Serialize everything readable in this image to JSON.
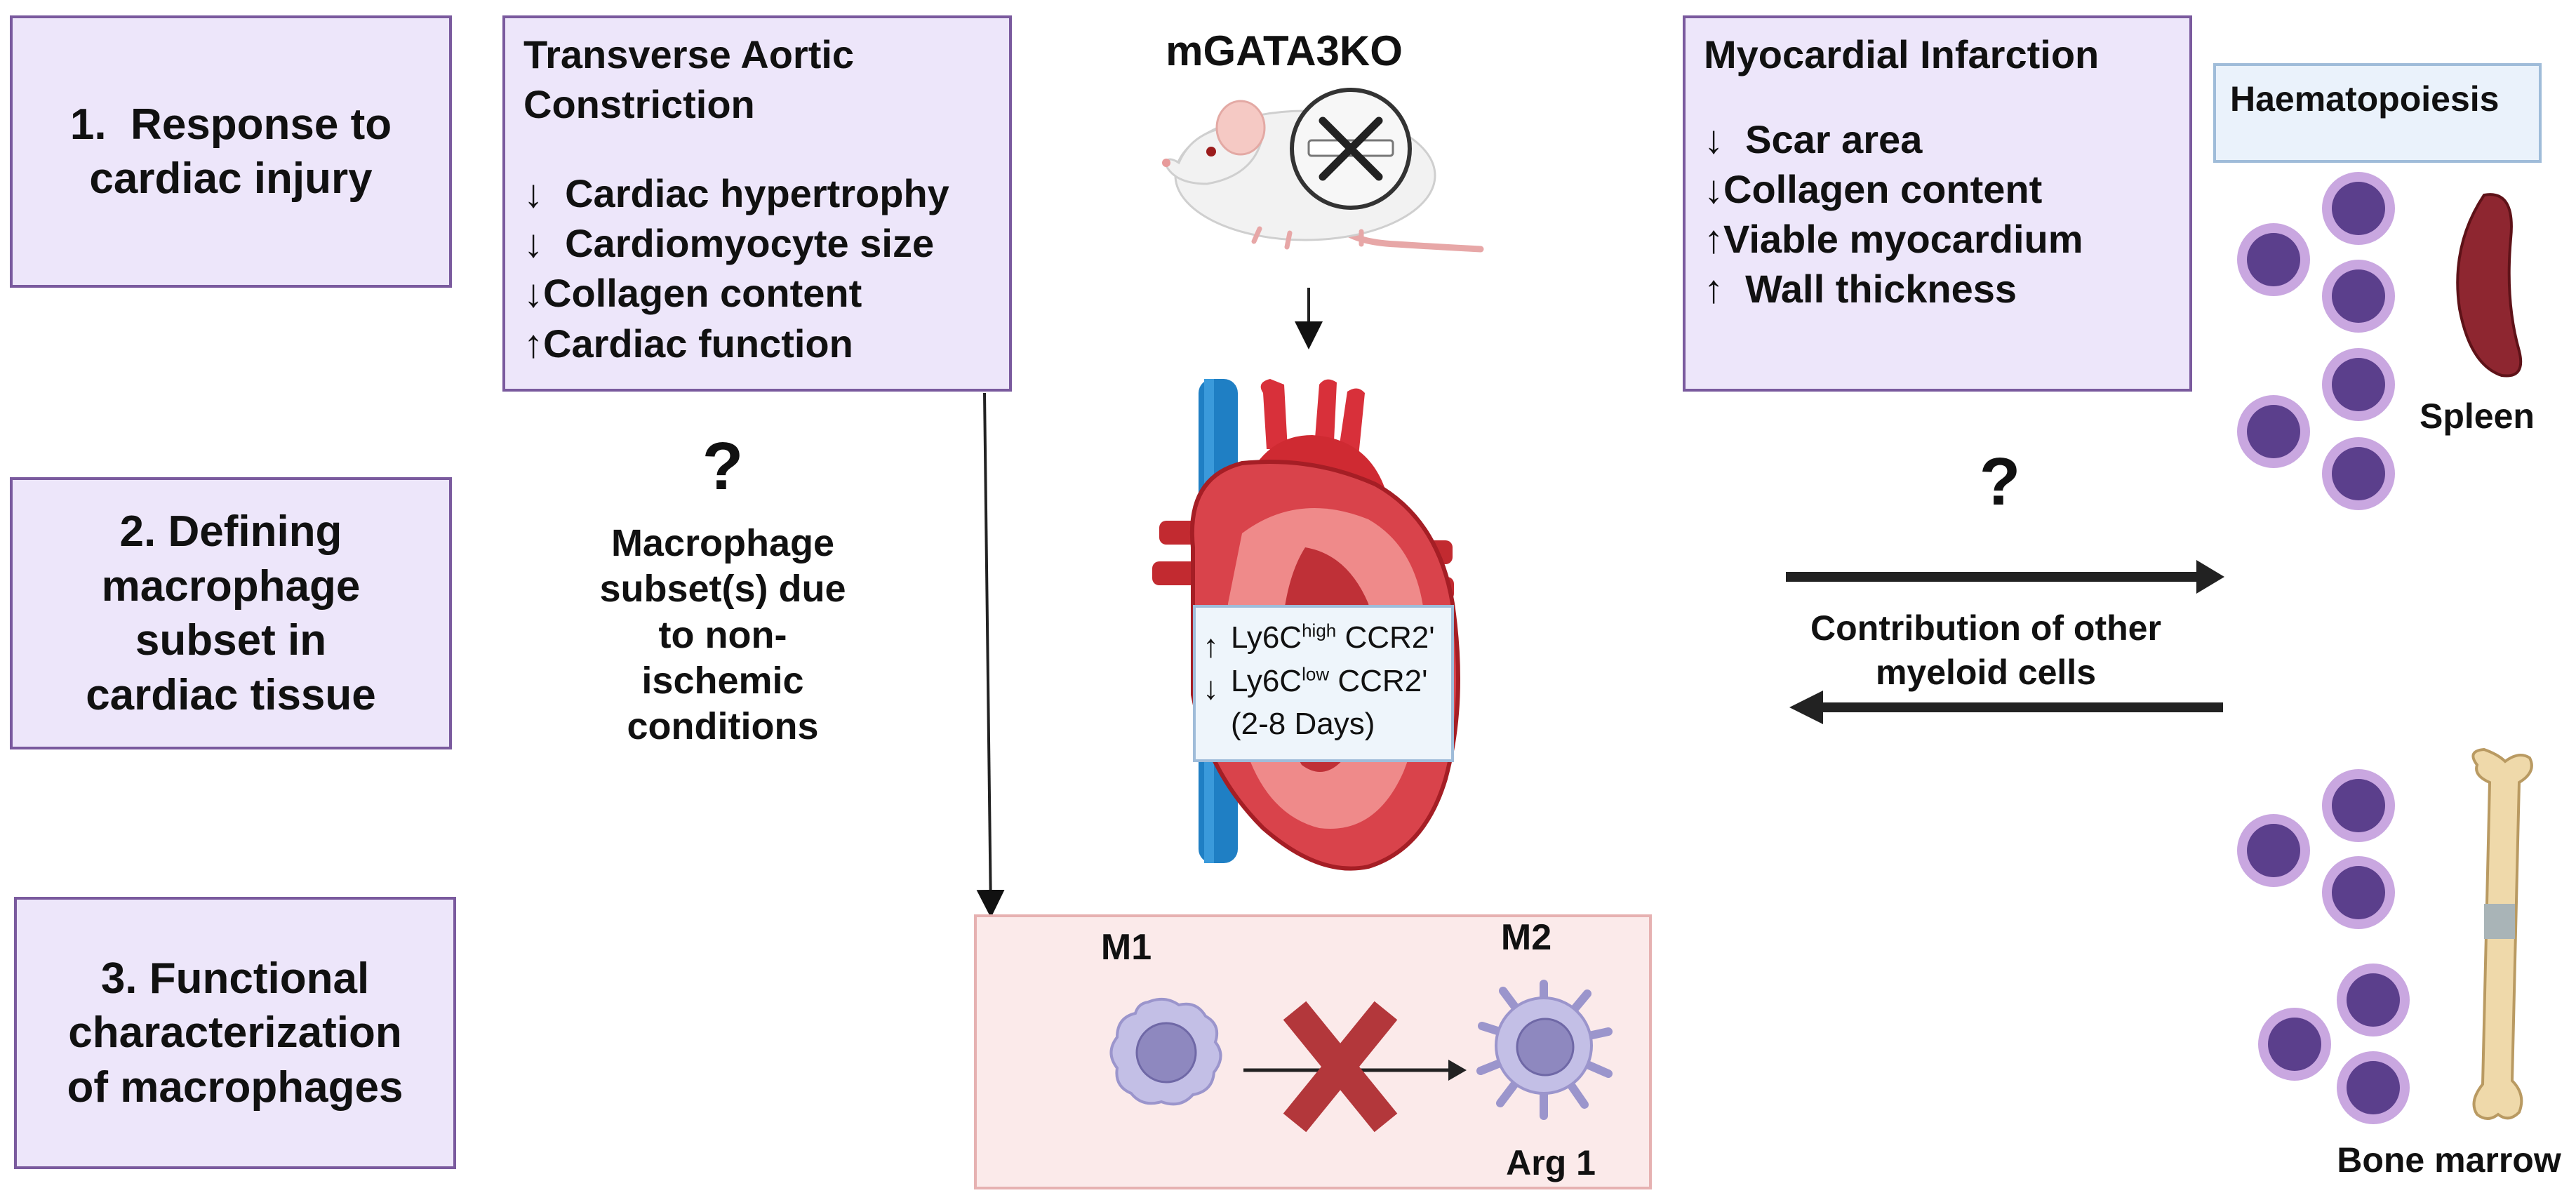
{
  "left_steps": [
    {
      "line1": "1.  Response to",
      "line2": "cardiac injury"
    },
    {
      "line1": "2. Defining",
      "line2": "macrophage",
      "line3": "subset in",
      "line4": "cardiac tissue"
    },
    {
      "line1": "3. Functional",
      "line2": "characterization",
      "line3": "of macrophages"
    }
  ],
  "tac": {
    "title_line1": "Transverse Aortic",
    "title_line2": "Constriction",
    "items": [
      "↓  Cardiac hypertrophy",
      "↓  Cardiomyocyte size",
      "↓Collagen content",
      "↑Cardiac function"
    ]
  },
  "mi": {
    "title": "Myocardial Infarction",
    "items": [
      "↓  Scar area",
      "↓Collagen content",
      "↑Viable myocardium",
      "↑  Wall thickness"
    ]
  },
  "mouse_label": "mGATA3KO",
  "question_mark": "?",
  "macrophage_text": {
    "line1": "Macrophage",
    "line2": "subset(s) due",
    "line3": "to non-",
    "line4": "ischemic",
    "line5": "conditions"
  },
  "heart_box": {
    "up_arrow": "↑",
    "down_arrow": "↓",
    "row1_prefix": "Ly6C",
    "row1_sup": "high",
    "row1_suffix": " CCR2'",
    "row2_prefix": "Ly6C",
    "row2_sup": "low",
    "row2_suffix": " CCR2'",
    "row3": "(2-8 Days)"
  },
  "m1_label": "M1",
  "m2_label": "M2",
  "arg1_label": "Arg 1",
  "haematopoiesis_label": "Haematopoiesis",
  "spleen_label": "Spleen",
  "bone_marrow_label": "Bone marrow",
  "myeloid_text": {
    "line1": "Contribution of other",
    "line2": "myeloid cells"
  },
  "colors": {
    "box_fill": "#ede6fa",
    "box_border": "#7a5a9e",
    "cell_purple": "#5b3f8c",
    "cell_ring": "#c9a7e0",
    "heart_red": "#c8282e",
    "vein_blue": "#1f7fc4",
    "cross_red": "#b3373b"
  },
  "icons": [
    "mouse-icon",
    "knockout-icon",
    "heart-icon",
    "macrophage-m1-icon",
    "macrophage-m2-icon",
    "cross-icon",
    "spleen-icon",
    "bone-icon",
    "cell-icon"
  ]
}
